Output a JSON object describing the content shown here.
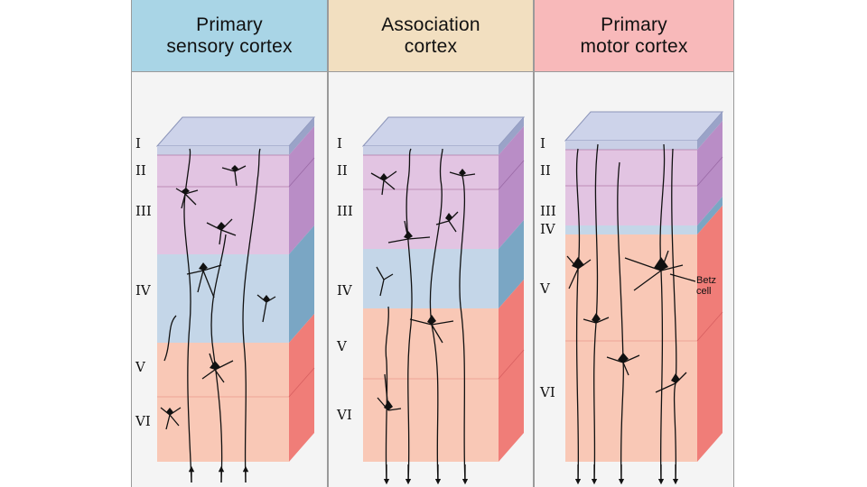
{
  "panels": [
    {
      "title_line1": "Primary",
      "title_line2": "sensory cortex"
    },
    {
      "title_line1": "Association",
      "title_line2": "cortex"
    },
    {
      "title_line1": "Primary",
      "title_line2": "motor cortex"
    }
  ],
  "layer_labels": {
    "I": "I",
    "II": "II",
    "III": "III",
    "IV": "IV",
    "V": "V",
    "VI": "VI"
  },
  "betz_label_line1": "Betz",
  "betz_label_line2": "cell",
  "colors": {
    "layer_I": "#c9cfe6",
    "layer_II_III": "#e2c4e2",
    "layer_II_III_side": "#b98dc6",
    "layer_IV": "#c4d6e8",
    "layer_IV_side": "#7aa6c4",
    "layer_V_VI": "#f9c8b6",
    "layer_V_VI_side": "#f07d78"
  }
}
